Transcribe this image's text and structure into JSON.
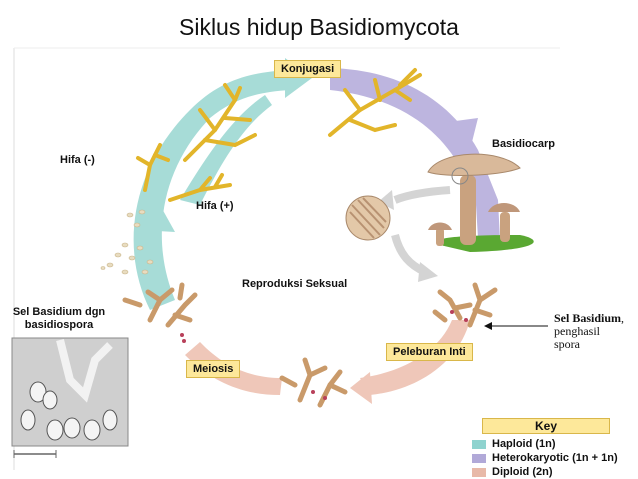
{
  "title": "Siklus hidup Basidiomycota",
  "labels": {
    "konjugasi": "Konjugasi",
    "basidiocarp": "Basidiocarp",
    "hifa_minus": "Hifa (-)",
    "hifa_plus": "Hifa (+)",
    "reproduksi": "Reproduksi Seksual",
    "sel_basidium_dgn_1": "Sel Basidium dgn",
    "sel_basidium_dgn_2": "basidiospora",
    "sel_basidium_bold": "Sel Basidium",
    "sel_basidium_rest1": ", ",
    "sel_basidium_rest2": "penghasil",
    "sel_basidium_rest3": "spora",
    "peleburan": "Peleburan Inti",
    "meiosis": "Meiosis"
  },
  "key": {
    "title": "Key",
    "items": [
      {
        "label": "Haploid (1n)",
        "color": "#8fd3cf"
      },
      {
        "label": "Heterokaryotic (1n + 1n)",
        "color": "#b1a9d8"
      },
      {
        "label": "Diploid (2n)",
        "color": "#e8b9a8"
      }
    ]
  },
  "colors": {
    "haploid": "#a7dcd7",
    "hetero": "#bdb5df",
    "diploid": "#efc7b9",
    "hypha": "#f2d34a",
    "mushroom_cap": "#d9b99a",
    "stipe": "#c9a27f",
    "grass": "#5aa832"
  }
}
